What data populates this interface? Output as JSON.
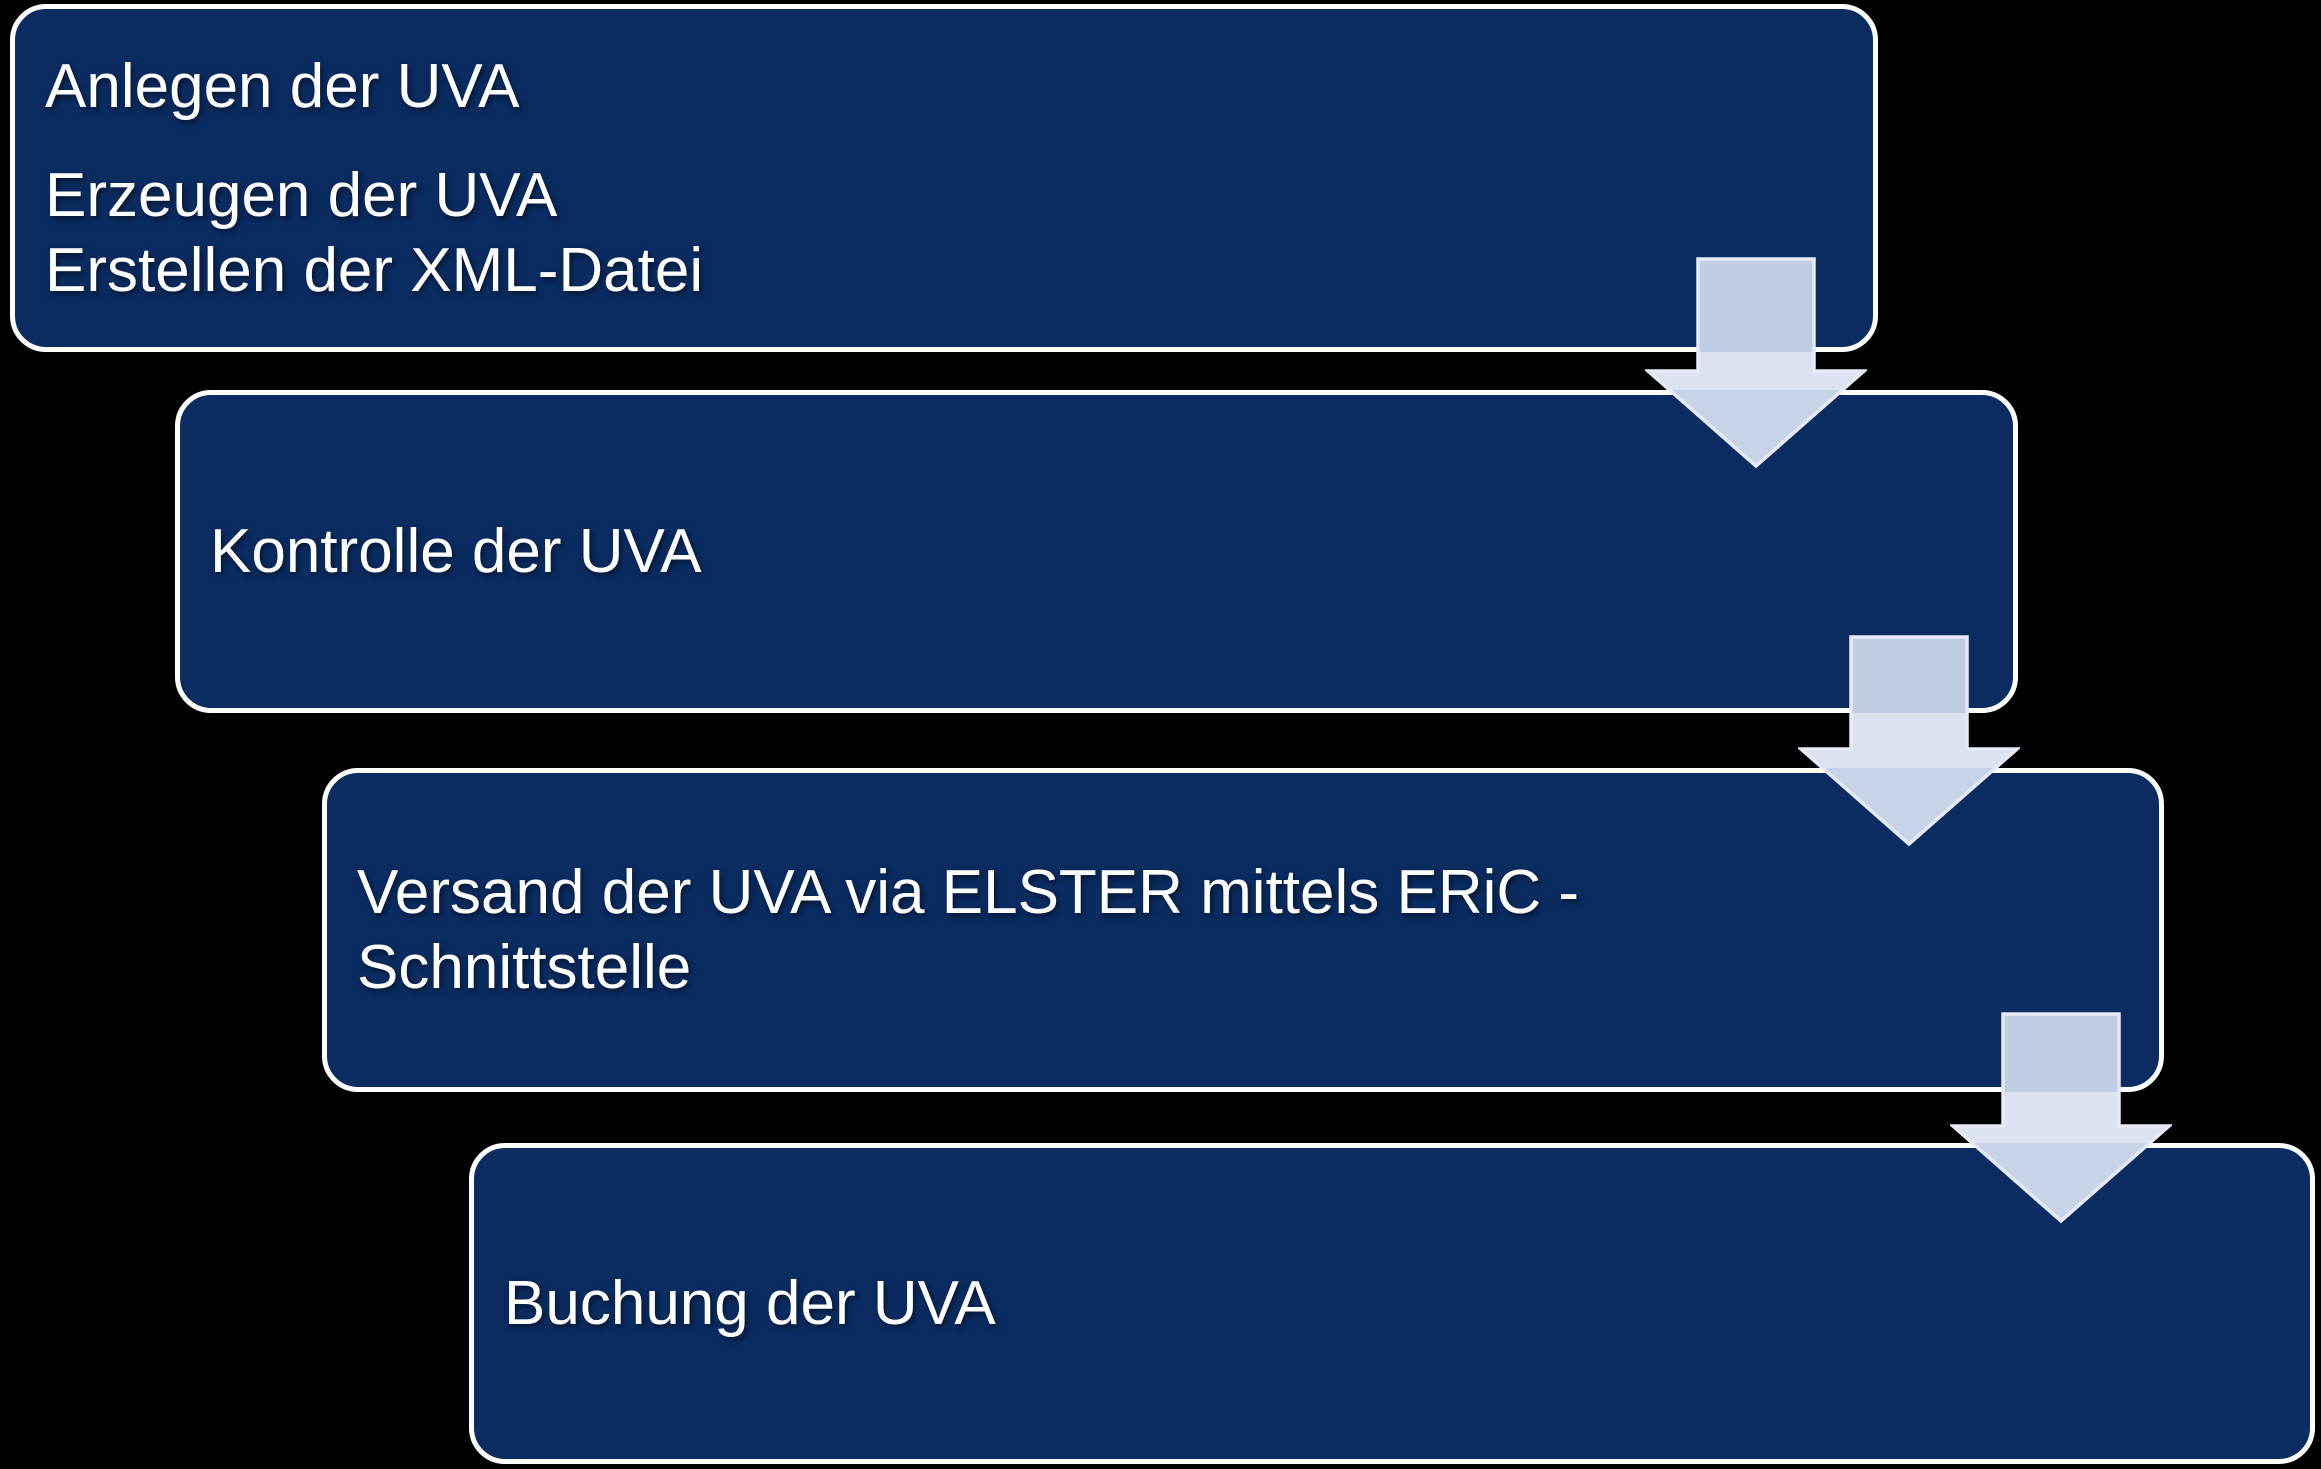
{
  "diagram": {
    "type": "step-down-process-flowchart",
    "language": "de",
    "background_color": "#000000",
    "colors": {
      "box_fill": "#0a2c61",
      "box_border": "#ffffff",
      "text": "#ffffff",
      "arrow_fill_over_box": "#c1cde4",
      "arrow_fill_over_background": "#dce2f0",
      "arrow_fill_over_next_box": "#c8d3e7",
      "arrow_border": "#e6eaf6"
    },
    "steps": [
      {
        "title": "Anlegen der UVA",
        "details_line1": "Erzeugen der UVA",
        "details_line2": "Erstellen der XML-Datei"
      },
      {
        "title": "Kontrolle der UVA"
      },
      {
        "title": "Versand der UVA via ELSTER mittels ERiC -\nSchnittstelle"
      },
      {
        "title": "Buchung der UVA"
      }
    ],
    "connectors": [
      {
        "from_step": 1,
        "to_step": 2,
        "shape": "down-arrow"
      },
      {
        "from_step": 2,
        "to_step": 3,
        "shape": "down-arrow"
      },
      {
        "from_step": 3,
        "to_step": 4,
        "shape": "down-arrow"
      }
    ]
  }
}
